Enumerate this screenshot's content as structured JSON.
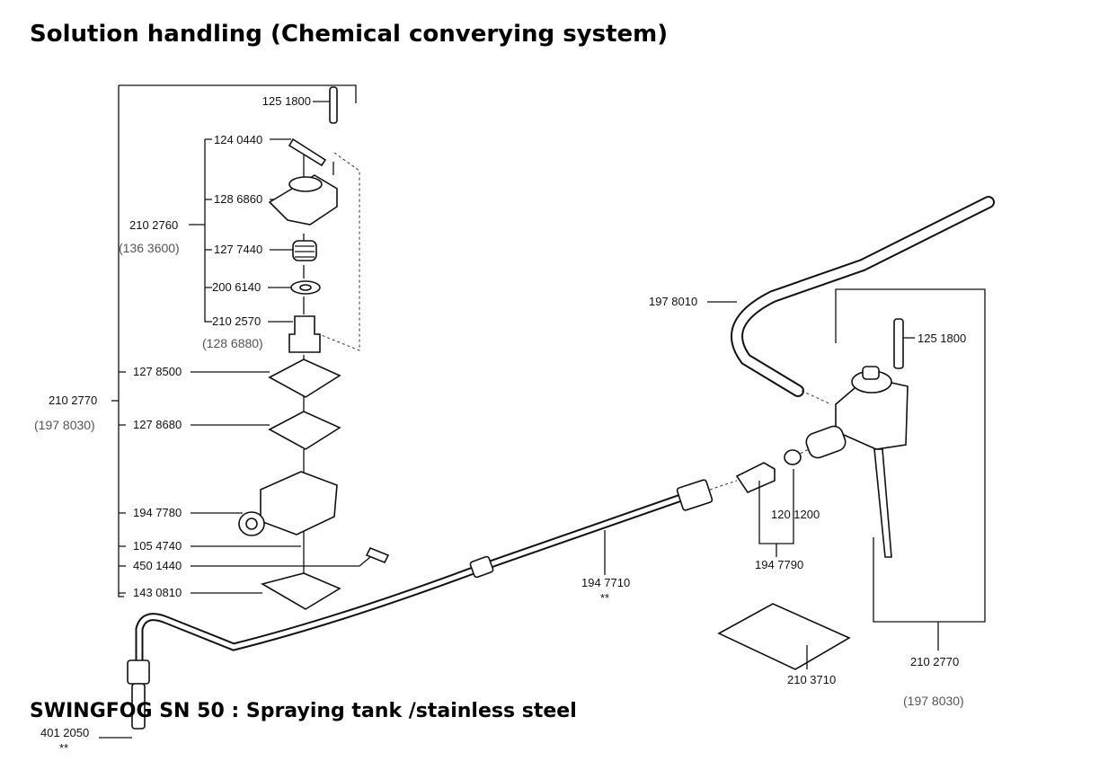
{
  "title": "Solution handling  (Chemical converying system)",
  "subtitle": "SWINGFOG SN 50   :   Spraying tank /stainless steel",
  "labels": {
    "p125_1800_top": "125 1800",
    "p124_0440": "124 0440",
    "p128_6860": "128 6860",
    "p210_2760": "210 2760",
    "p136_3600": "(136 3600)",
    "p127_7440": "127 7440",
    "p200_6140": "200 6140",
    "p210_2570": "210 2570",
    "p128_6880": "(128 6880)",
    "p127_8500": "127 8500",
    "p210_2770_left": "210 2770",
    "p197_8030_left": "(197 8030)",
    "p127_8680": "127 8680",
    "p194_7780": "194 7780",
    "p105_4740": "105 4740",
    "p450_1440": "450 1440",
    "p143_0810": "143 0810",
    "p197_8010": "197 8010",
    "p125_1800_right": "125 1800",
    "p120_1200": "120 1200",
    "p194_7790": "194 7790",
    "p194_7710": "194 7710",
    "p194_7710_note": "**",
    "p210_3710": "210 3710",
    "p210_2770_right": "210 2770",
    "p197_8030_right": "(197 8030)",
    "p401_2050": "401 2050",
    "p401_2050_note": "**"
  }
}
